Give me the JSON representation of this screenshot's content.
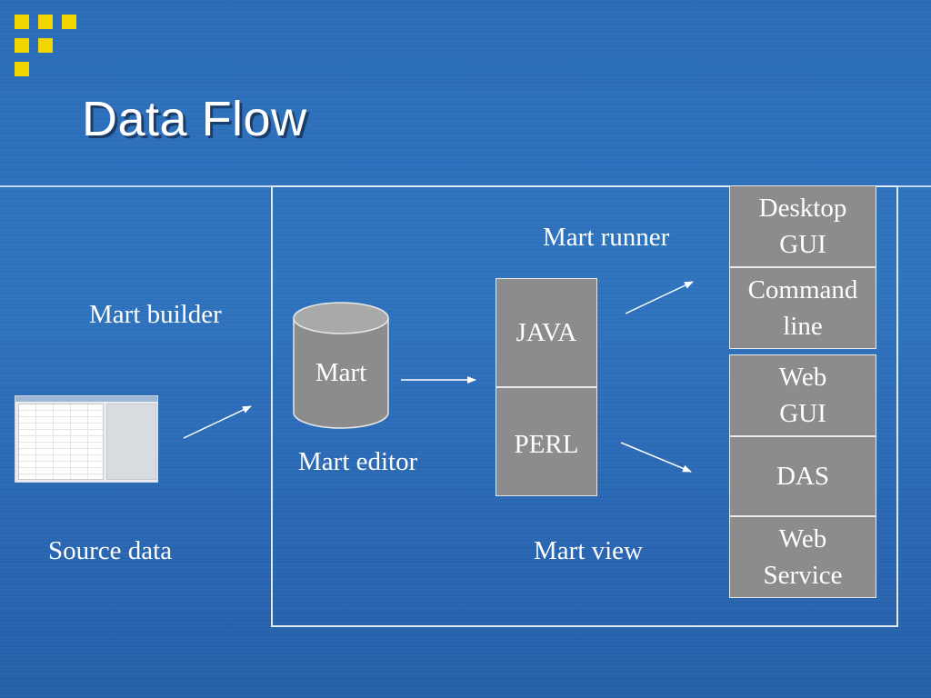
{
  "slide": {
    "title": "Data Flow"
  },
  "labels": {
    "mart_builder": "Mart builder",
    "mart_editor": "Mart editor",
    "mart_runner": "Mart runner",
    "source_data": "Source data",
    "mart_view": "Mart view"
  },
  "database": {
    "label": "Mart"
  },
  "runtime_boxes": {
    "java": "JAVA",
    "perl": "PERL"
  },
  "outputs": {
    "desktop_gui_line1": "Desktop",
    "desktop_gui_line2": "GUI",
    "command_line_line1": "Command",
    "command_line_line2": "line",
    "web_gui_line1": "Web",
    "web_gui_line2": "GUI",
    "das": "DAS",
    "web_service_line1": "Web",
    "web_service_line2": "Service"
  },
  "colors": {
    "background": "#2a6cb8",
    "box_fill": "#8c8c8c",
    "logo_accent": "#f2d600",
    "text": "#ffffff"
  },
  "icons": {
    "logo": "yellow-squares-logo",
    "source_thumbnail": "spreadsheet-thumbnail",
    "database": "cylinder-database-icon"
  }
}
